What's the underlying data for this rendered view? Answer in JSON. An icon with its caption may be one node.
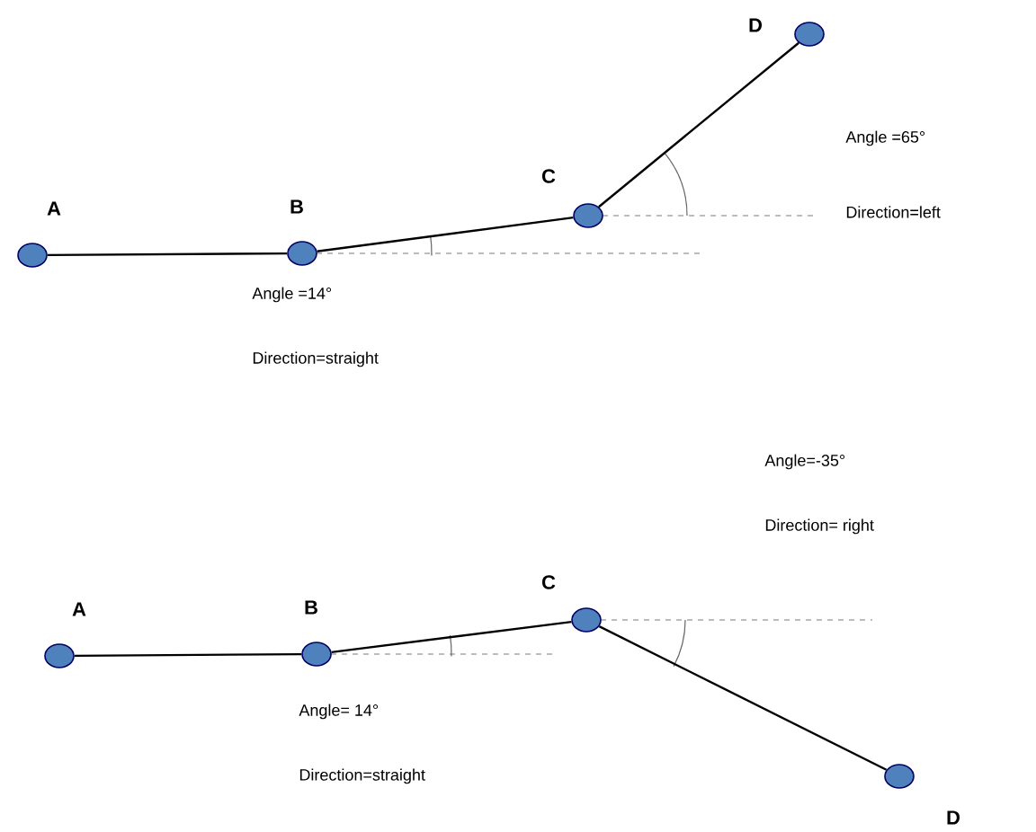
{
  "diagram": {
    "nodes": [
      {
        "text": [],
        "shape": "circle",
        "beside": [
          "A"
        ]
      },
      {
        "text": [],
        "shape": "circle",
        "beside": [
          "B"
        ]
      },
      {
        "text": [],
        "shape": "circle",
        "beside": [
          "C"
        ]
      },
      {
        "text": [],
        "shape": "circle",
        "beside": [
          "D"
        ]
      },
      {
        "text": [],
        "shape": "circle",
        "beside": [
          "A"
        ]
      },
      {
        "text": [],
        "shape": "circle",
        "beside": [
          "B"
        ]
      },
      {
        "text": [],
        "shape": "circle",
        "beside": [
          "C"
        ]
      },
      {
        "text": [],
        "shape": "circle",
        "beside": [
          "D"
        ]
      }
    ],
    "edges": [
      {
        "from": 0,
        "to": 1,
        "arrow": "none"
      },
      {
        "from": 1,
        "to": 2,
        "arrow": "none"
      },
      {
        "from": 2,
        "to": 3,
        "arrow": "none"
      },
      {
        "from": 4,
        "to": 5,
        "arrow": "none"
      },
      {
        "from": 5,
        "to": 6,
        "arrow": "none"
      },
      {
        "from": 6,
        "to": 7,
        "arrow": "none"
      }
    ],
    "labels": [
      "Angle =65°",
      "Direction=left",
      "Angle =14°",
      "Direction=straight",
      "Angle=-35°",
      "Direction= right",
      "Angle= 14°",
      "Direction=straight"
    ]
  }
}
